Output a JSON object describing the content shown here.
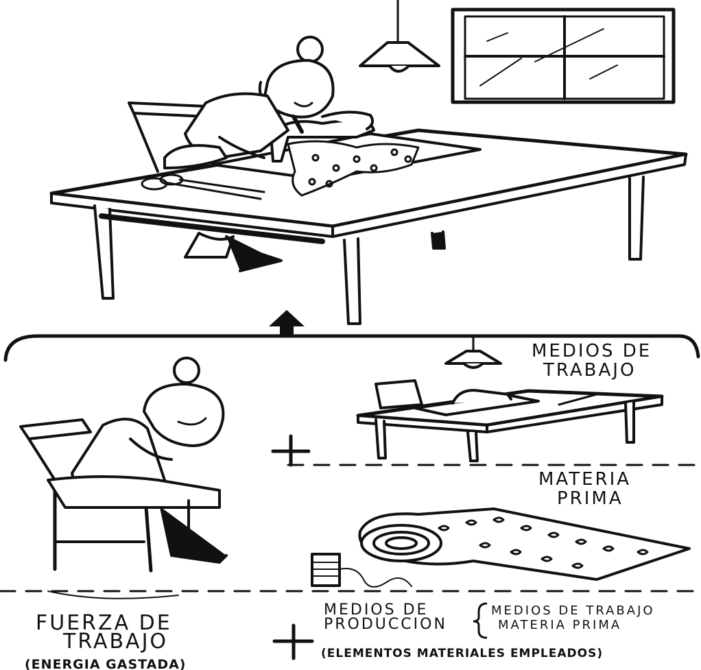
{
  "labels": {
    "medios_trabajo": [
      "MEDIOS DE",
      "TRABAJO"
    ],
    "materia_prima": [
      "MATERIA",
      "PRIMA"
    ],
    "fuerza_trabajo": [
      "FUERZA DE",
      "TRABAJO"
    ],
    "energia": "(ENERGIA GASTADA)",
    "medios_produccion": [
      "MEDIOS DE",
      "PRODUCCION"
    ],
    "produccion_items": [
      "MEDIOS DE TRABAJO",
      "MATERIA PRIMA"
    ],
    "elementos": "(ELEMENTOS MATERIALES EMPLEADOS)",
    "plus": "+"
  },
  "colors": {
    "ink": "#111111",
    "paper": "#ffffff"
  }
}
